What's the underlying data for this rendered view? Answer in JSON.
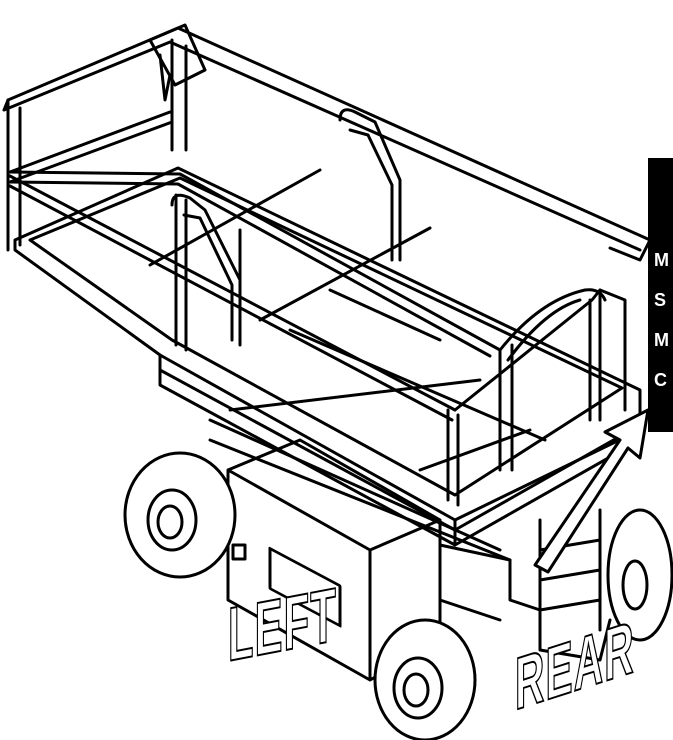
{
  "labels": {
    "left": "LEFT",
    "rear": "REAR",
    "panel_letters": [
      "M",
      "S",
      "M",
      "C"
    ]
  },
  "colors": {
    "line": "#000000",
    "background": "#ffffff",
    "panel": "#000000",
    "panel_text": "#ffffff"
  }
}
